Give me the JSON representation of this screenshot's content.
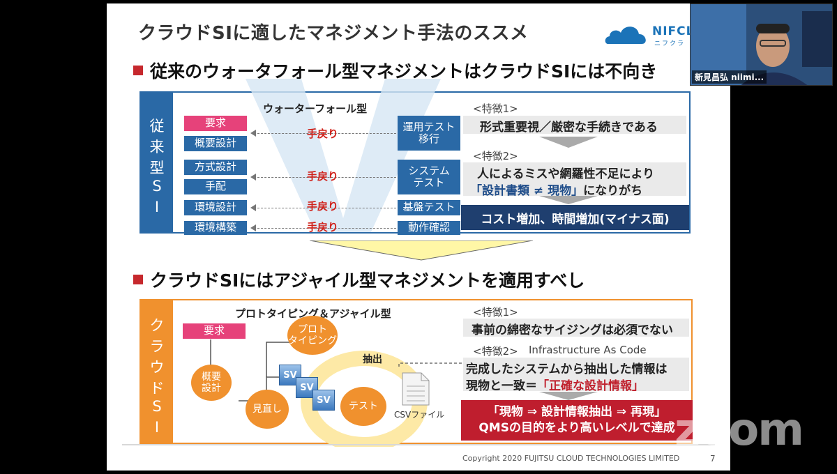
{
  "slide": {
    "title": "クラウドSIに適したマネジメント手法のススメ",
    "logo_text": "NIFCLO",
    "logo_sub": "ニフクラ",
    "heading1": "従来のウォータフォール型マネジメントはクラウドSIには不向き",
    "heading2": "クラウドSIにはアジャイル型マネジメントを適用すべし",
    "copyright": "Copyright 2020 FUJITSU CLOUD TECHNOLOGIES LIMITED",
    "page_number": "7"
  },
  "traditional": {
    "side_label": [
      "従",
      "来",
      "型",
      "S",
      "I"
    ],
    "diagram_title": "ウォーターフォール型",
    "left_boxes": [
      "要求",
      "概要設計",
      "方式設計",
      "手配",
      "環境設計",
      "環境構築"
    ],
    "right_boxes": [
      "運用テスト\n移行",
      "システム\nテスト",
      "基盤テスト",
      "動作確認"
    ],
    "back_label": "手戻り",
    "feature1_label": "<特徴1>",
    "feature1_text": "形式重要視／厳密な手続きである",
    "feature2_label": "<特徴2>",
    "feature2_line1": "人によるミスや網羅性不足により",
    "feature2_highlight": "「設計書類 ≠ 現物」",
    "feature2_suffix": "になりがち",
    "result": "コスト増加、時間増加(マイナス面)"
  },
  "cloud": {
    "side_label": [
      "ク",
      "ラ",
      "ウ",
      "ド",
      "S",
      "I"
    ],
    "diagram_title": "プロトタイピング＆アジャイル型",
    "requirement": "要求",
    "cycle": {
      "design": "概要\n設計",
      "proto": "プロト\nタイピング",
      "review": "見直し",
      "test": "テスト"
    },
    "sv_label": "SV",
    "extract_label": "抽出",
    "csv_label": "CSVファイル",
    "feature1_label": "<特徴1>",
    "feature1_text": "事前の綿密なサイジングは必須でない",
    "feature2_label": "<特徴2>",
    "feature2_sub": "Infrastructure As Code",
    "feature2_line1": "完成したシステムから抽出した情報は",
    "feature2_prefix": "現物と一致＝",
    "feature2_highlight": "「正確な設計情報」",
    "result_line1": "「現物 ⇒ 設計情報抽出 ⇒ 再現」",
    "result_line2": "QMSの目的をより高いレベルで達成"
  },
  "overlay": {
    "zoom_watermark": "zoom",
    "participant_name": "新見昌弘 niimi..."
  },
  "colors": {
    "trad_blue": "#2a69a6",
    "cloud_orange": "#f0912e",
    "accent_red": "#c6282d",
    "pink": "#e6427a"
  }
}
